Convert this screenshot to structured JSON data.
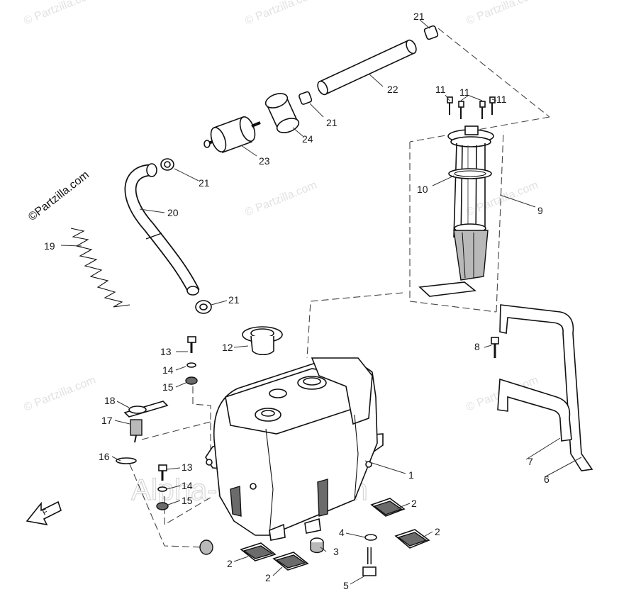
{
  "watermarks": {
    "partzilla": "© Partzilla.com",
    "partzilla_side": "©Partzilla.com",
    "alpha_sports": "Alpha-Sports.com"
  },
  "callouts": [
    "1",
    "2",
    "3",
    "4",
    "5",
    "6",
    "7",
    "8",
    "9",
    "10",
    "11",
    "12",
    "13",
    "14",
    "15",
    "16",
    "17",
    "18",
    "19",
    "20",
    "21",
    "22",
    "23",
    "24"
  ]
}
